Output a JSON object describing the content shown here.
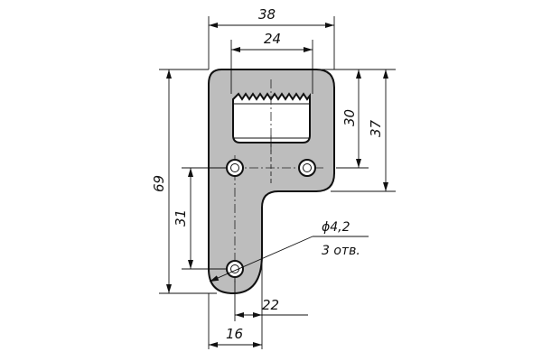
{
  "colors": {
    "part_fill": "#bdbdbd",
    "outline": "#111111",
    "window_fill": "#ffffff"
  },
  "dimensions": {
    "overall_width": "38",
    "window_width": "24",
    "top_height": "30",
    "top_to_step": "37",
    "overall_height": "69",
    "hole_spacing_vertical": "31",
    "hole_spacing_horizontal": "22",
    "left_to_hole": "16"
  },
  "hole_note": {
    "diameter": "ϕ4,2",
    "count": "3 отв."
  }
}
